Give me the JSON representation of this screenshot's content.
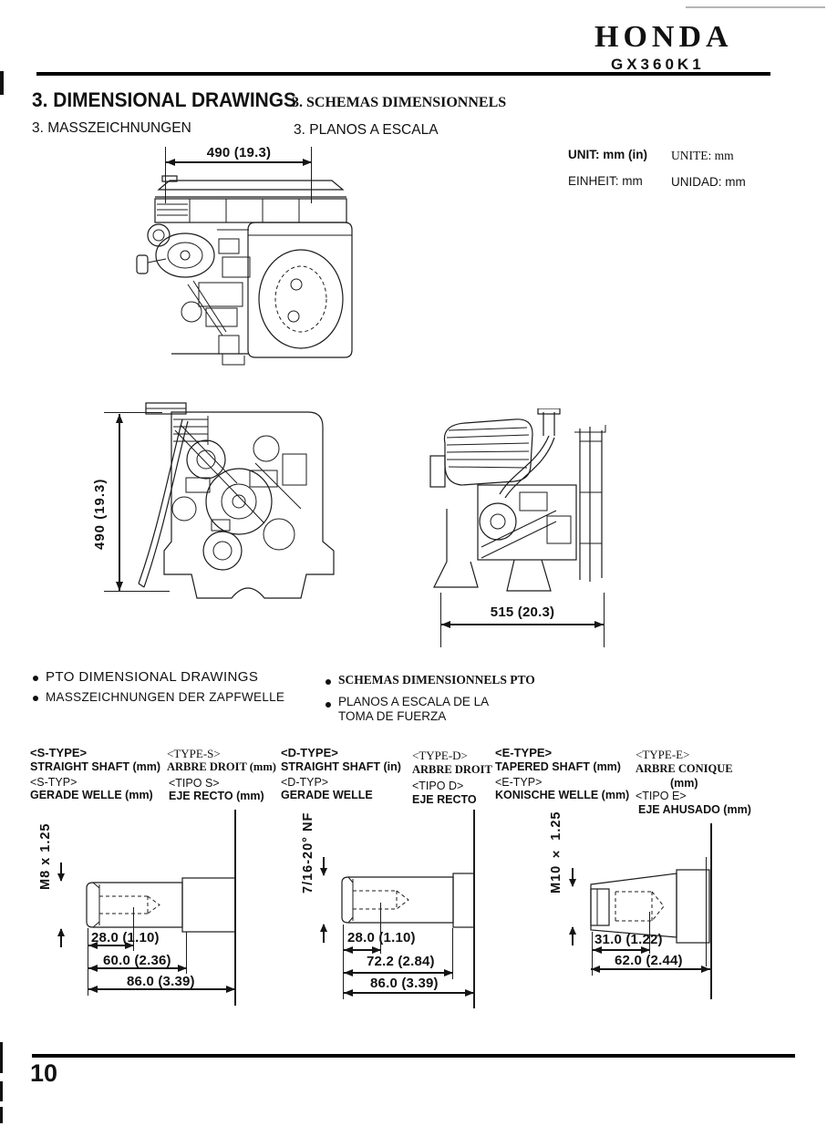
{
  "header": {
    "brand": "HONDA",
    "model": "GX360K1"
  },
  "title": {
    "en": "3. DIMENSIONAL DRAWINGS",
    "fr": "3. SCHEMAS DIMENSIONNELS",
    "de": "3. MASSZEICHNUNGEN",
    "es": "3. PLANOS A ESCALA"
  },
  "units": {
    "en": "UNIT: mm (in)",
    "fr": "UNITE: mm",
    "de": "EINHEIT: mm",
    "es": "UNIDAD: mm"
  },
  "engine": {
    "width_front": "490 (19.3)",
    "height_side": "490 (19.3)",
    "length_side": "515 (20.3)"
  },
  "pto": {
    "en": "PTO DIMENSIONAL DRAWINGS",
    "de": "MASSZEICHNUNGEN DER ZAPFWELLE",
    "fr": "SCHEMAS DIMENSIONNELS PTO",
    "es1": "PLANOS A ESCALA DE LA",
    "es2": "TOMA DE FUERZA"
  },
  "types": {
    "s_en1": "<S-TYPE>",
    "s_en2": "STRAIGHT SHAFT (mm)",
    "s_de1": "<S-TYP>",
    "s_de2": "GERADE WELLE (mm)",
    "s_fr1": "<TYPE-S>",
    "s_fr2": "ARBRE DROIT (mm)",
    "s_es1": "<TIPO S>",
    "s_es2": "EJE RECTO (mm)",
    "d_en1": "<D-TYPE>",
    "d_en2": "STRAIGHT SHAFT (in)",
    "d_de1": "<D-TYP>",
    "d_de2": "GERADE WELLE",
    "d_fr1": "<TYPE-D>",
    "d_fr2": "ARBRE DROIT",
    "d_es1": "<TIPO D>",
    "d_es2": "EJE RECTO",
    "e_en1": "<E-TYPE>",
    "e_en2": "TAPERED SHAFT (mm)",
    "e_de1": "<E-TYP>",
    "e_de2": "KONISCHE WELLE (mm)",
    "e_fr1": "<TYPE-E>",
    "e_fr2": "ARBRE CONIQUE",
    "e_fr3": "(mm)",
    "e_es1": "<TIPO E>",
    "e_es2": "EJE AHUSADO (mm)"
  },
  "shaft_s": {
    "thread": "M8 x 1.25",
    "d1": "28.0 (1.10)",
    "d2": "60.0 (2.36)",
    "d3": "86.0 (3.39)"
  },
  "shaft_d": {
    "thread": "7/16-20° NF",
    "d1": "28.0 (1.10)",
    "d2": "72.2 (2.84)",
    "d3": "86.0 (3.39)"
  },
  "shaft_e": {
    "thread": "M10 × 1.25",
    "d1": "31.0 (1.22)",
    "d2": "62.0 (2.44)"
  },
  "footer": {
    "page": "10"
  }
}
